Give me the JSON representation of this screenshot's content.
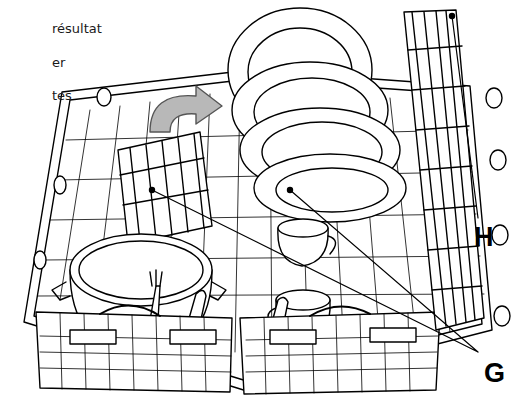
{
  "diagram": {
    "labels": [
      "résultat",
      "er",
      "tes",
      "H",
      "G"
    ]
  }
}
